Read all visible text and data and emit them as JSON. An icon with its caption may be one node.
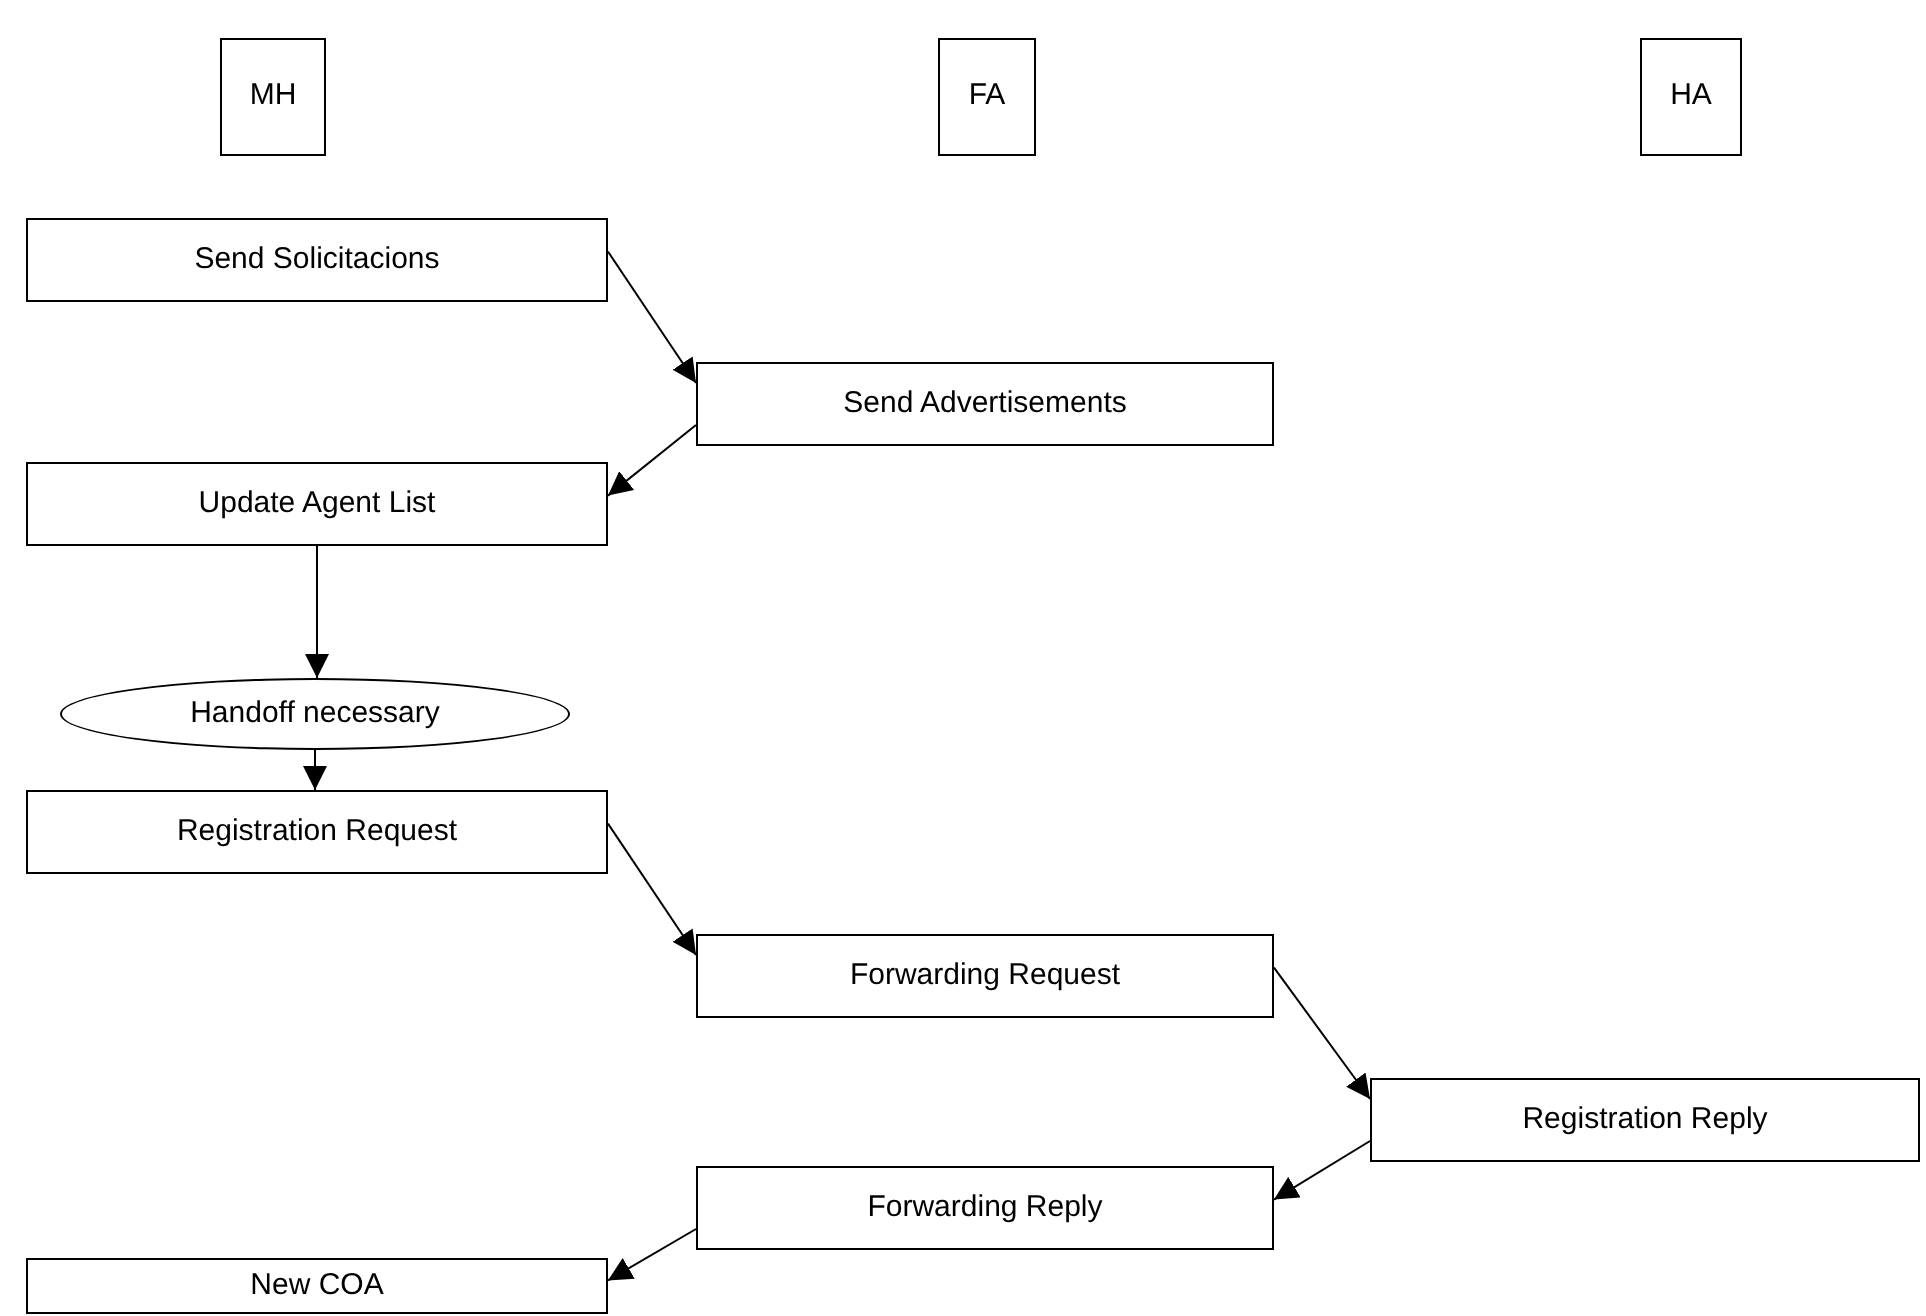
{
  "diagram": {
    "nodes": [
      {
        "text": [
          "MH"
        ]
      },
      {
        "text": [
          "FA"
        ]
      },
      {
        "text": [
          "HA"
        ]
      },
      {
        "text": [
          "Send Solicitacions"
        ]
      },
      {
        "text": [
          "Send Advertisements"
        ]
      },
      {
        "text": [
          "Update Agent List"
        ]
      },
      {
        "text": [
          "Handoff necessary"
        ]
      },
      {
        "text": [
          "Registration Request"
        ]
      },
      {
        "text": [
          "Forwarding Request"
        ]
      },
      {
        "text": [
          "Registration Reply"
        ]
      },
      {
        "text": [
          "Forwarding Reply"
        ]
      },
      {
        "text": [
          "New COA"
        ]
      }
    ],
    "edges": [
      {
        "from": 3,
        "to": 4,
        "arrow": "to"
      },
      {
        "from": 4,
        "to": 5,
        "arrow": "to"
      },
      {
        "from": 5,
        "to": 6,
        "arrow": "to"
      },
      {
        "from": 6,
        "to": 7,
        "arrow": "to"
      },
      {
        "from": 7,
        "to": 8,
        "arrow": "to"
      },
      {
        "from": 8,
        "to": 9,
        "arrow": "to"
      },
      {
        "from": 9,
        "to": 10,
        "arrow": "to"
      },
      {
        "from": 10,
        "to": 11,
        "arrow": "to"
      }
    ]
  }
}
